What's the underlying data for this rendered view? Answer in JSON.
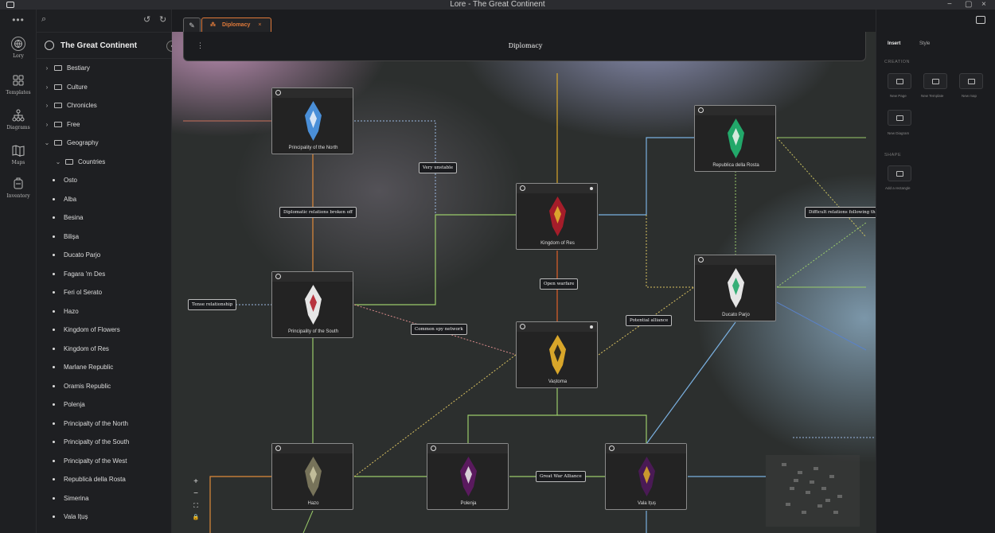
{
  "window": {
    "title": "Lore - The Great Continent",
    "controls": [
      "−",
      "▢",
      "×"
    ]
  },
  "icon_rail": {
    "more": "•••",
    "items": [
      {
        "label": "Lory",
        "icon": "globe-icon",
        "active": true
      },
      {
        "label": "Templates",
        "icon": "grid-icon"
      },
      {
        "label": "Diagrams",
        "icon": "diagram-icon"
      },
      {
        "label": "Maps",
        "icon": "map-icon"
      },
      {
        "label": "Inventory",
        "icon": "inventory-icon"
      }
    ]
  },
  "sidebar": {
    "toolbar": {
      "search": "⌕",
      "undo": "↺",
      "redo": "↻"
    },
    "header": {
      "title": "The Great Continent",
      "collapse": "‹"
    },
    "tree": [
      {
        "label": "Bestiary",
        "type": "folder",
        "level": 0
      },
      {
        "label": "Culture",
        "type": "folder",
        "level": 0
      },
      {
        "label": "Chronicles",
        "type": "folder",
        "level": 0
      },
      {
        "label": "Free",
        "type": "folder",
        "level": 0
      },
      {
        "label": "Geography",
        "type": "folder",
        "level": 0,
        "open": true
      },
      {
        "label": "Countries",
        "type": "folder",
        "level": 1,
        "open": true
      },
      {
        "label": "Osto",
        "type": "page",
        "level": 2
      },
      {
        "label": "Alba",
        "type": "page",
        "level": 2
      },
      {
        "label": "Besina",
        "type": "page",
        "level": 2
      },
      {
        "label": "Bilișa",
        "type": "page",
        "level": 2
      },
      {
        "label": "Ducato Parjo",
        "type": "page",
        "level": 2
      },
      {
        "label": "Fagara 'm Des",
        "type": "page",
        "level": 2
      },
      {
        "label": "Feri ol Serato",
        "type": "page",
        "level": 2
      },
      {
        "label": "Hazo",
        "type": "page",
        "level": 2
      },
      {
        "label": "Kingdom of Flowers",
        "type": "page",
        "level": 2
      },
      {
        "label": "Kingdom of Res",
        "type": "page",
        "level": 2
      },
      {
        "label": "Marlane Republic",
        "type": "page",
        "level": 2
      },
      {
        "label": "Oramis Republic",
        "type": "page",
        "level": 2
      },
      {
        "label": "Polenja",
        "type": "page",
        "level": 2
      },
      {
        "label": "Principalty of the North",
        "type": "page",
        "level": 2
      },
      {
        "label": "Principalty of the South",
        "type": "page",
        "level": 2
      },
      {
        "label": "Principalty of the West",
        "type": "page",
        "level": 2
      },
      {
        "label": "Republicà della Rosta",
        "type": "page",
        "level": 2
      },
      {
        "label": "Simerina",
        "type": "page",
        "level": 2
      },
      {
        "label": "Vala Ițuș",
        "type": "page",
        "level": 2
      }
    ]
  },
  "tabs": [
    {
      "label": "Diplomacy",
      "close": "×",
      "active": true
    }
  ],
  "canvas": {
    "title": "Diplomacy",
    "kebab": "⋮",
    "nodes": [
      {
        "id": "north",
        "label": "Principality of the North",
        "crest": "#4a8fd8",
        "accent": "#e8eef8"
      },
      {
        "id": "res",
        "label": "Kingdom of Res",
        "crest": "#a51d2a",
        "accent": "#e1b12c"
      },
      {
        "id": "rosta",
        "label": "Republica della Rosta",
        "crest": "#22a86a",
        "accent": "#e8f0ea"
      },
      {
        "id": "south",
        "label": "Principality of the South",
        "crest": "#e6e6e6",
        "accent": "#b3202c"
      },
      {
        "id": "parjo",
        "label": "Ducato Parjo",
        "crest": "#e6e6e6",
        "accent": "#22a86a"
      },
      {
        "id": "vastoma",
        "label": "Vaștoma",
        "crest": "#d8a62a",
        "accent": "#1e1e1e"
      },
      {
        "id": "hazo",
        "label": "Hazo",
        "crest": "#77735a",
        "accent": "#c9c4a0"
      },
      {
        "id": "polenja",
        "label": "Polenja",
        "crest": "#5a1a5e",
        "accent": "#e6e6e6"
      },
      {
        "id": "vala",
        "label": "Vala Ițuș",
        "crest": "#4a1a55",
        "accent": "#d8a62a"
      }
    ],
    "edge_labels": {
      "very_unstable": "Very unstable",
      "broken_off": "Diplomatic relations broken off",
      "tense": "Tense relationship",
      "open_warfare": "Open warfare",
      "spy_network": "Common spy network",
      "potential_alliance": "Potential alliance",
      "difficult": "Difficult relations following th",
      "great_war": "Great War Alliance"
    },
    "zoom_controls": [
      "+",
      "−",
      "⛶",
      "🔒"
    ]
  },
  "right_panel": {
    "tabs": [
      "Insert",
      "Style"
    ],
    "creation_title": "CREATION",
    "creation_items": [
      "New Page",
      "New Template",
      "New map",
      "New Diagram"
    ],
    "shape_title": "SHAPE",
    "shape_items": [
      "Add a rectangle"
    ]
  },
  "colors": {
    "accent": "#e07a3a",
    "orange_edge": "#e08a3a",
    "green_edge": "#9acb6a",
    "blue_edge": "#7ab0e0",
    "yellow_edge": "#d8c060"
  }
}
